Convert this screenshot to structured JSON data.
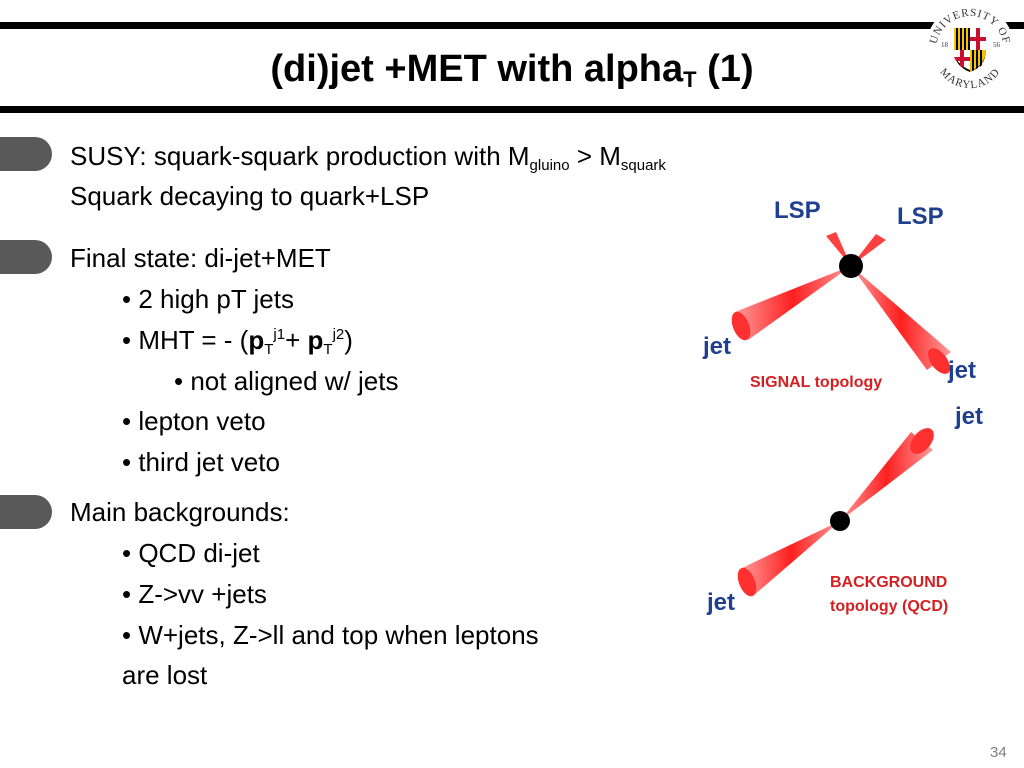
{
  "slide": {
    "title": "(di)jet +MET with alpha",
    "title_sub": "T",
    "title_suffix": " (1)",
    "page_number": "34"
  },
  "logo": {
    "text_top": "UNIVERSITY OF",
    "text_bottom": "MARYLAND",
    "year_left": "18",
    "year_right": "56"
  },
  "sections": {
    "susy": {
      "line1_a": "SUSY: squark-squark production with M",
      "line1_sub1": "gluino",
      "line1_b": " > M",
      "line1_sub2": "squark",
      "line2": "Squark decaying to quark+LSP"
    },
    "final_state": {
      "heading": "Final state: di-jet+MET",
      "item1": "• 2 high pT jets",
      "item2_a": "• MHT = - (",
      "item2_p1": "p",
      "item2_sub1": "T",
      "item2_sup1": "j1",
      "item2_plus": "+ ",
      "item2_p2": "p",
      "item2_sub2": "T",
      "item2_sup2": "j2",
      "item2_close": ")",
      "item3": "• not aligned w/ jets",
      "item4": "• lepton veto",
      "item5": "• third jet veto"
    },
    "backgrounds": {
      "heading": "Main backgrounds:",
      "item1": "• QCD di-jet",
      "item2": "• Z->vv +jets",
      "item3": "• W+jets, Z->ll and top when leptons",
      "item3_cont": "are lost"
    }
  },
  "diagram": {
    "signal": {
      "lsp_left": "LSP",
      "lsp_right": "LSP",
      "jet_left": "jet",
      "jet_right": "jet",
      "caption": "SIGNAL topology"
    },
    "background": {
      "jet_top": "jet",
      "jet_bottom": "jet",
      "caption_line1": "BACKGROUND",
      "caption_line2": "topology (QCD)"
    }
  },
  "colors": {
    "rule": "#000000",
    "bullet_tab": "#595959",
    "label_blue": "#1f3f8f",
    "caption_red": "#d42020",
    "cone_red": "#ff2a2a"
  }
}
